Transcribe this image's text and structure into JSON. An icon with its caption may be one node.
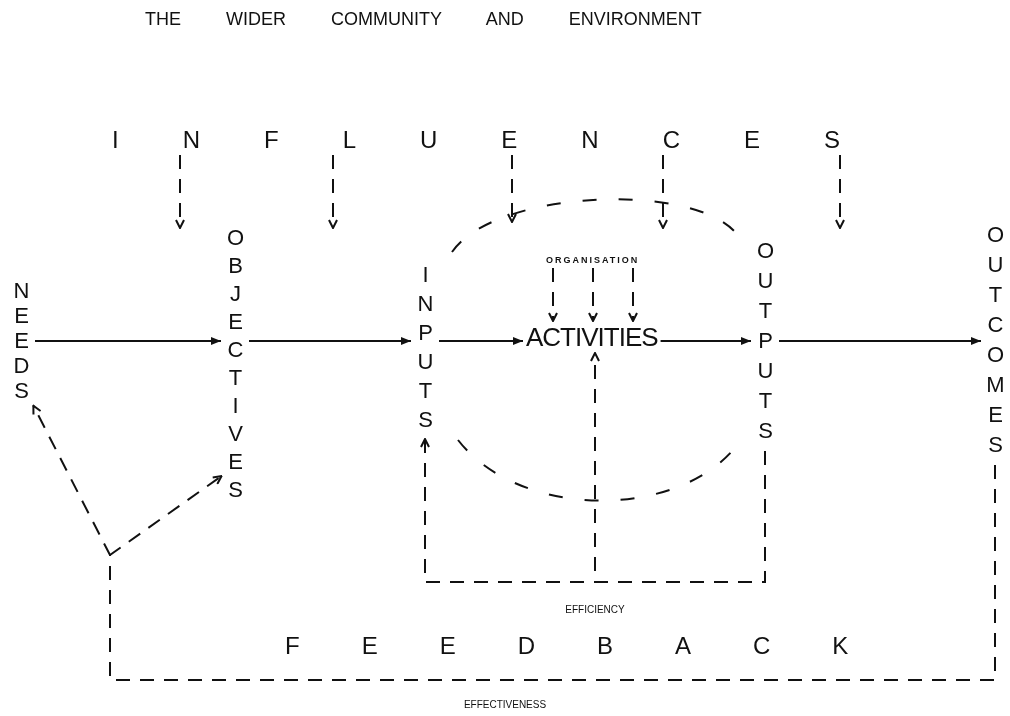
{
  "diagram": {
    "title": "THE WIDER COMMUNITY AND ENVIRONMENT",
    "nodes": [
      {
        "text": [
          "INFLUENCES"
        ]
      },
      {
        "text": [
          "NEEDS"
        ]
      },
      {
        "text": [
          "OBJECTIVES"
        ]
      },
      {
        "text": [
          "INPUTS"
        ]
      },
      {
        "text": [
          "ORGANISATION"
        ]
      },
      {
        "text": [
          "ACTIVITIES"
        ]
      },
      {
        "text": [
          "OUTPUTS"
        ]
      },
      {
        "text": [
          "OUTCOMES"
        ]
      }
    ],
    "edges": [
      {
        "from": 1,
        "to": 2,
        "arrow": "to"
      },
      {
        "from": 2,
        "to": 3,
        "arrow": "to"
      },
      {
        "from": 3,
        "to": 5,
        "arrow": "to"
      },
      {
        "from": 5,
        "to": 6,
        "arrow": "to"
      },
      {
        "from": 6,
        "to": 7,
        "arrow": "to"
      },
      {
        "from": 4,
        "to": 5,
        "arrow": "to",
        "style": "dashed"
      },
      {
        "from": 4,
        "to": 5,
        "arrow": "to",
        "style": "dashed"
      },
      {
        "from": 4,
        "to": 5,
        "arrow": "to",
        "style": "dashed"
      },
      {
        "from": 0,
        "to": null,
        "arrow": "to",
        "style": "dashed"
      },
      {
        "from": 0,
        "to": null,
        "arrow": "to",
        "style": "dashed"
      },
      {
        "from": 0,
        "to": null,
        "arrow": "to",
        "style": "dashed"
      },
      {
        "from": 0,
        "to": null,
        "arrow": "to",
        "style": "dashed"
      },
      {
        "from": 0,
        "to": null,
        "arrow": "to",
        "style": "dashed"
      },
      {
        "from": 6,
        "to": 3,
        "arrow": "to",
        "style": "dashed",
        "label": "EFFICIENCY"
      },
      {
        "from": 6,
        "to": 5,
        "arrow": "to",
        "style": "dashed"
      },
      {
        "from": 7,
        "to": 1,
        "arrow": "to",
        "style": "dashed",
        "label": "EFFECTIVENESS"
      },
      {
        "from": 7,
        "to": 2,
        "arrow": "to",
        "style": "dashed"
      }
    ],
    "labels": [
      "FEEDBACK"
    ]
  }
}
